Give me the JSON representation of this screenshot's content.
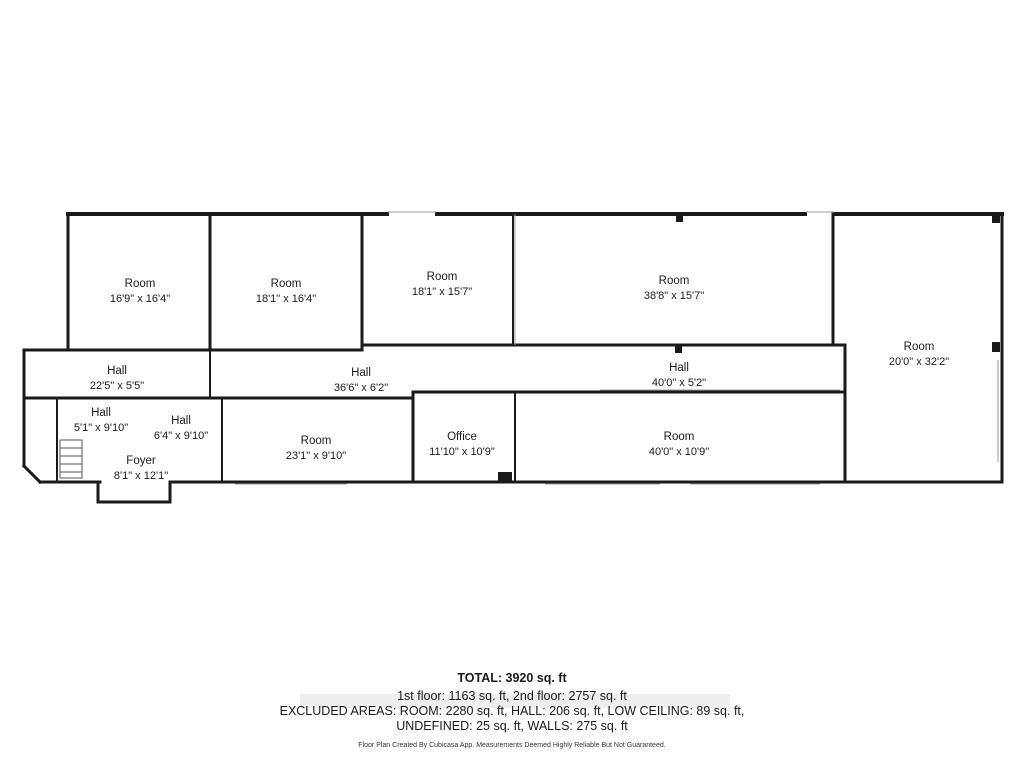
{
  "rooms": [
    {
      "id": "room1",
      "name": "Room",
      "dim": "16'9\" x 16'4\""
    },
    {
      "id": "room2",
      "name": "Room",
      "dim": "18'1\" x 16'4\""
    },
    {
      "id": "room3",
      "name": "Room",
      "dim": "18'1\" x 15'7\""
    },
    {
      "id": "room4",
      "name": "Room",
      "dim": "38'8\" x 15'7\""
    },
    {
      "id": "room5",
      "name": "Room",
      "dim": "20'0\" x 32'2\""
    },
    {
      "id": "hall1",
      "name": "Hall",
      "dim": "22'5\" x 5'5\""
    },
    {
      "id": "hall2",
      "name": "Hall",
      "dim": "36'6\" x 6'2\""
    },
    {
      "id": "hall3",
      "name": "Hall",
      "dim": "40'0\" x 5'2\""
    },
    {
      "id": "hall4",
      "name": "Hall",
      "dim": "5'1\" x 9'10\""
    },
    {
      "id": "hall5",
      "name": "Hall",
      "dim": "6'4\" x 9'10\""
    },
    {
      "id": "foyer",
      "name": "Foyer",
      "dim": "8'1\" x 12'1\""
    },
    {
      "id": "room6",
      "name": "Room",
      "dim": "23'1\" x 9'10\""
    },
    {
      "id": "office",
      "name": "Office",
      "dim": "11'10\" x 10'9\""
    },
    {
      "id": "room7",
      "name": "Room",
      "dim": "40'0\" x 10'9\""
    }
  ],
  "summary": {
    "total": "TOTAL: 3920 sq. ft",
    "line1": "1st floor: 1163 sq. ft, 2nd floor: 2757 sq. ft",
    "line2": "EXCLUDED AREAS: ROOM: 2280 sq. ft, HALL: 206 sq. ft, LOW CEILING: 89 sq. ft,",
    "line3": "UNDEFINED: 25 sq. ft, WALLS: 275 sq. ft"
  },
  "credit": "Floor Plan Created By Cubicasa App. Measurements Deemed Highly Reliable But Not Guaranteed."
}
